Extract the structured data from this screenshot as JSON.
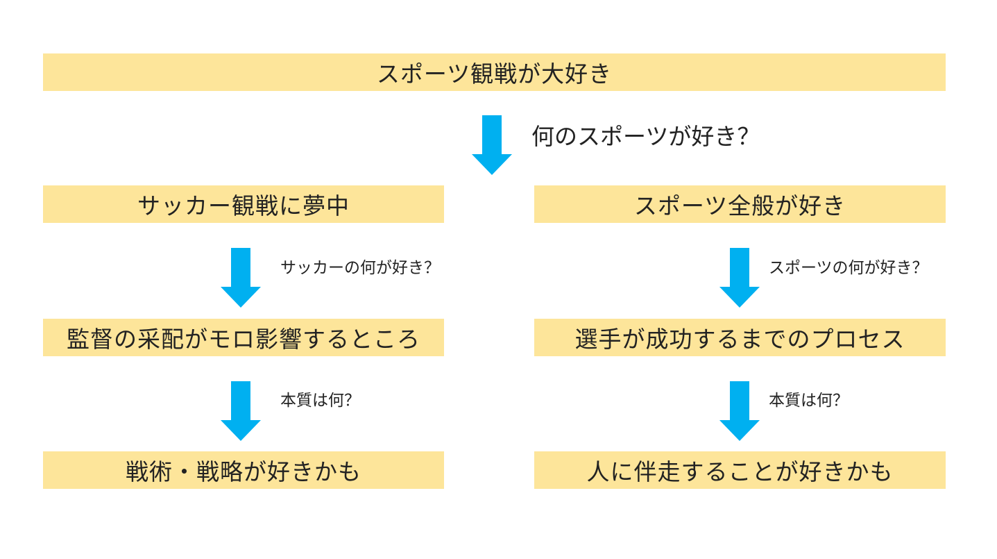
{
  "root": {
    "label": "スポーツ観戦が大好き"
  },
  "root_question": "何のスポーツが好き？",
  "left": {
    "level1": "サッカー観戦に夢中",
    "question1": "サッカーの何が好き？",
    "level2": "監督の采配がモロ影響するところ",
    "question2": "本質は何？",
    "level3": "戦術・戦略が好きかも"
  },
  "right": {
    "level1": "スポーツ全般が好き",
    "question1": "スポーツの何が好き？",
    "level2": "選手が成功するまでのプロセス",
    "question2": "本質は何？",
    "level3": "人に伴走することが好きかも"
  },
  "colors": {
    "box_fill": "#fde59a",
    "arrow": "#00b0f0",
    "text": "#222222"
  }
}
